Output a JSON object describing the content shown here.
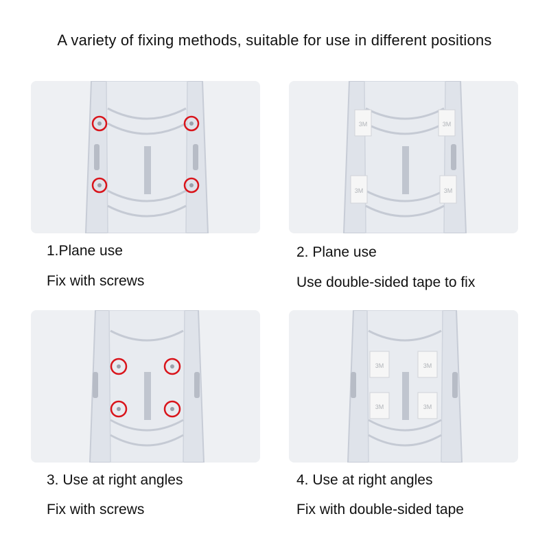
{
  "title": "A variety of fixing methods, suitable for use in different positions",
  "panels": [
    {
      "line1": "1.Plane use",
      "line2": "Fix with screws",
      "method": "screws"
    },
    {
      "line1": "2. Plane use",
      "line2": "Use double-sided tape to fix",
      "method": "tape",
      "tape_label": "3M"
    },
    {
      "line1": "3. Use at right angles",
      "line2": "Fix with screws",
      "method": "screws"
    },
    {
      "line1": "4. Use at right angles",
      "line2": "Fix with double-sided tape",
      "method": "tape",
      "tape_label": "3M"
    }
  ],
  "colors": {
    "marker_ring": "#d9141b",
    "photo_bg": "#eef0f3",
    "tape": "#f4f4f4"
  }
}
